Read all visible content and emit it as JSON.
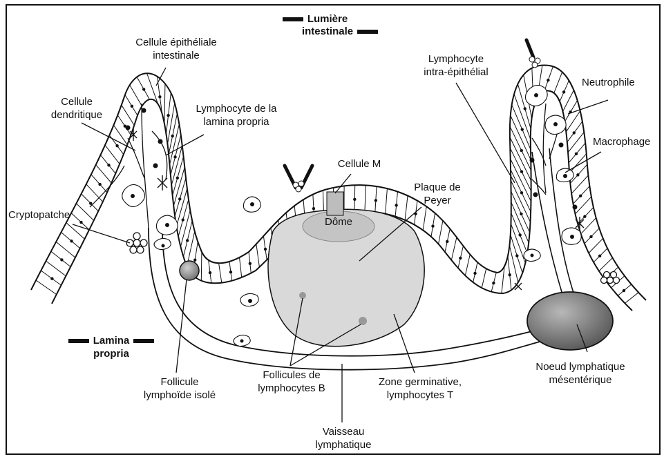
{
  "labels": {
    "lumiere_line1": "Lumière",
    "lumiere_line2": "intestinale",
    "lamina_line1": "Lamina",
    "lamina_line2": "propria",
    "cellule_epi_line1": "Cellule épithéliale",
    "cellule_epi_line2": "intestinale",
    "cellule_dend_line1": "Cellule",
    "cellule_dend_line2": "dendritique",
    "lympho_lamina_line1": "Lymphocyte de la",
    "lympho_lamina_line2": "lamina propria",
    "cellule_m": "Cellule M",
    "plaque_line1": "Plaque de",
    "plaque_line2": "Peyer",
    "dome": "Dôme",
    "lympho_intra_line1": "Lymphocyte",
    "lympho_intra_line2": "intra-épithélial",
    "neutrophile": "Neutrophile",
    "macrophage": "Macrophage",
    "cryptopatche": "Cryptopatche",
    "follicule_line1": "Follicule",
    "follicule_line2": "lymphoïde isolé",
    "follicules_b_line1": "Follicules de",
    "follicules_b_line2": "lymphocytes B",
    "zone_line1": "Zone germinative,",
    "zone_line2": "lymphocytes T",
    "vaisseau_line1": "Vaisseau",
    "vaisseau_line2": "lymphatique",
    "noeud_line1": "Noeud lymphatique",
    "noeud_line2": "mésentérique"
  },
  "colors": {
    "outline": "#111111",
    "peyer_fill": "#d9d9d9",
    "dome_fill": "#c4c4c4",
    "node_fill": "#6d6d6d",
    "follicle_fill": "#8a8a8a",
    "m_cell_fill": "#bdbdbd",
    "nucleus": "#111111"
  }
}
